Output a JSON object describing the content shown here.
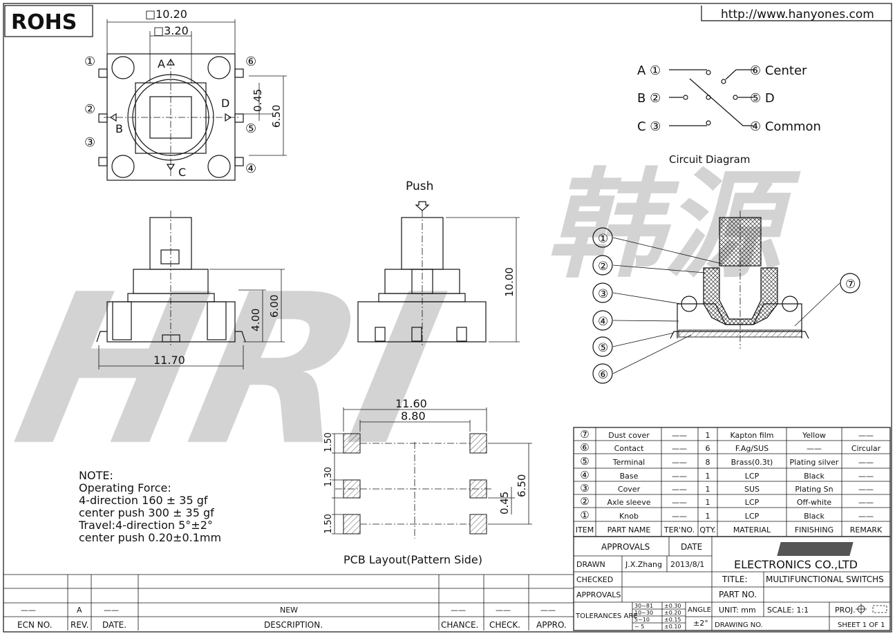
{
  "rohs": "ROHS",
  "url": "http://www.hanyones.com",
  "watermark": {
    "latin": "HRI",
    "cjk": "韩源"
  },
  "top_view": {
    "dim_outer": "□10.20",
    "dim_inner": "□3.20",
    "dim_045": "0.45",
    "dim_650": "6.50",
    "pins": [
      "①",
      "②",
      "③",
      "④",
      "⑤",
      "⑥"
    ],
    "letters": {
      "a": "A",
      "b": "B",
      "c": "C",
      "d": "D"
    }
  },
  "side_view": {
    "dim_1170": "11.70",
    "dim_400": "4.00",
    "dim_600": "6.00"
  },
  "front_view": {
    "push": "Push",
    "dim_1000": "10.00"
  },
  "circuit": {
    "labels": [
      "A ①",
      "B ②",
      "C ③",
      "⑥ Center",
      "⑤ D",
      "④ Common"
    ],
    "title": "Circuit Diagram"
  },
  "section_callouts": [
    "①",
    "②",
    "③",
    "④",
    "⑤",
    "⑥",
    "⑦"
  ],
  "pcb": {
    "dim_1160": "11.60",
    "dim_880": "8.80",
    "dim_150a": "1.50",
    "dim_130": "1.30",
    "dim_150b": "1.50",
    "dim_650": "6.50",
    "dim_045": "0.45",
    "title": "PCB Layout(Pattern Side)"
  },
  "notes": [
    "NOTE:",
    "Operating Force:",
    "4-direction 160 ± 35 gf",
    "center push 300 ± 35 gf",
    "Travel:4-direction 5°±2°",
    "center push 0.20±0.1mm"
  ],
  "bom": {
    "headers": [
      "ITEM",
      "PART NAME",
      "TER'NO.",
      "QTY.",
      "MATERIAL",
      "FINISHING",
      "REMARK"
    ],
    "rows": [
      [
        "⑦",
        "Dust cover",
        "——",
        "1",
        "Kapton film",
        "Yellow",
        "——"
      ],
      [
        "⑥",
        "Contact",
        "——",
        "6",
        "F.Ag/SUS",
        "——",
        "Circular"
      ],
      [
        "⑤",
        "Terminal",
        "——",
        "8",
        "Brass(0.3t)",
        "Plating silver",
        "——"
      ],
      [
        "④",
        "Base",
        "——",
        "1",
        "LCP",
        "Black",
        "——"
      ],
      [
        "③",
        "Cover",
        "——",
        "1",
        "SUS",
        "Plating Sn",
        "——"
      ],
      [
        "②",
        "Axle sleeve",
        "——",
        "1",
        "LCP",
        "Off-white",
        "——"
      ],
      [
        "①",
        "Knob",
        "——",
        "1",
        "LCP",
        "Black",
        "——"
      ]
    ]
  },
  "title_block": {
    "approvals_hdr": "APPROVALS",
    "date_hdr": "DATE",
    "drawn": "DRAWN",
    "drawn_by": "J.X.Zhang",
    "drawn_date": "2013/8/1",
    "checked": "CHECKED",
    "approvals": "APPROVALS",
    "company": "ELECTRONICS CO.,LTD",
    "title_lbl": "TITLE:",
    "title_val": "MULTIFUNCTIONAL SWITCHS",
    "part_no": "PART NO.",
    "tolerances": "TOLERANCES ARE",
    "tol_rows": [
      [
        "30~81",
        "±0.30"
      ],
      [
        "10~30",
        "±0.20"
      ],
      [
        "5~10",
        "±0.15"
      ],
      [
        "~ 5",
        "±0.10"
      ]
    ],
    "angle": "ANGLE",
    "angle_val": "±2°",
    "unit": "UNIT: mm",
    "scale": "SCALE: 1:1",
    "proj": "PROJ.",
    "drawing_no": "DRAWING NO.",
    "sheet": "SHEET 1 OF 1"
  },
  "revision": {
    "row_ecn": "——",
    "row_rev": "A",
    "row_date": "——",
    "row_desc": "NEW",
    "row_change": "——",
    "row_check": "——",
    "row_appro": "——",
    "headers": [
      "ECN NO.",
      "REV.",
      "DATE.",
      "DESCRIPTION.",
      "CHANCE.",
      "CHECK.",
      "APPRO."
    ]
  }
}
